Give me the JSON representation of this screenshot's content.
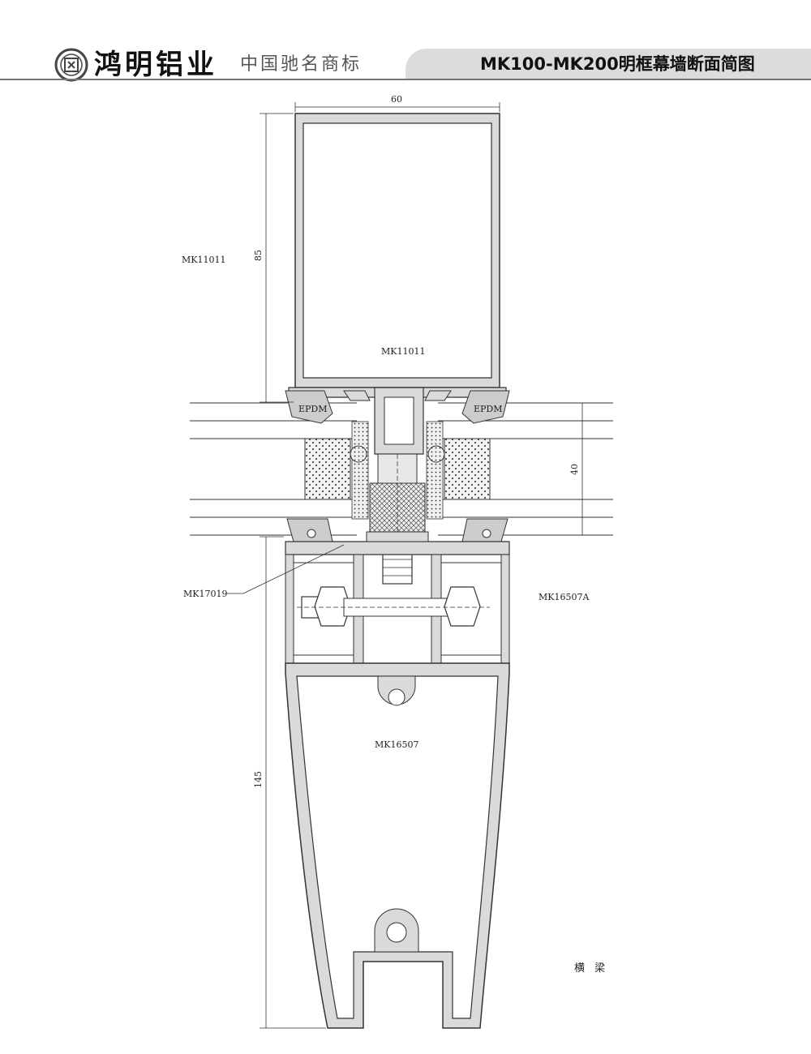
{
  "header": {
    "brand_name": "鸿明铝业",
    "slogan": "中国驰名商标",
    "title": "MK100-MK200明框幕墙断面简图"
  },
  "drawing": {
    "labels": {
      "upper_profile_left": "MK11011",
      "upper_profile_inner": "MK11011",
      "pressure_plate": "MK17019",
      "cover_right": "MK16507A",
      "mullion_inner": "MK16507",
      "gasket_left": "EPDM",
      "gasket_right": "EPDM",
      "note": "横 梁"
    },
    "dimensions": {
      "top_width": "60",
      "upper_height": "85",
      "glass_thickness": "40",
      "lower_height": "145"
    }
  },
  "colors": {
    "profile_fill": "#dadada",
    "line": "#333333",
    "hatch": "#555555",
    "header_tab": "#dcdcdc"
  }
}
